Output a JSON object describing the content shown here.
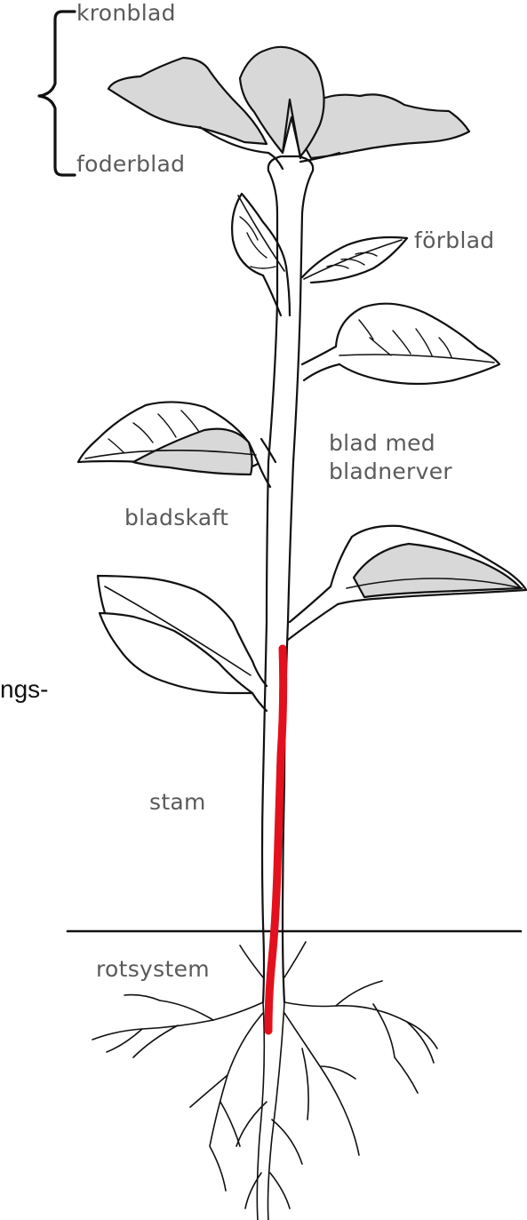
{
  "labels": {
    "kronblad": "kronblad",
    "foderblad": "foderblad",
    "forblad": "förblad",
    "blad_med": "blad med",
    "bladnerver": "bladnerver",
    "bladskaft": "bladskaft",
    "stam": "stam",
    "rotsystem": "rotsystem",
    "cut_text": "ngs-"
  },
  "colors": {
    "outline": "#111111",
    "petal_fill": "#d8d8d8",
    "highlight": "#e3101d",
    "label_text": "#5a5a5a"
  }
}
